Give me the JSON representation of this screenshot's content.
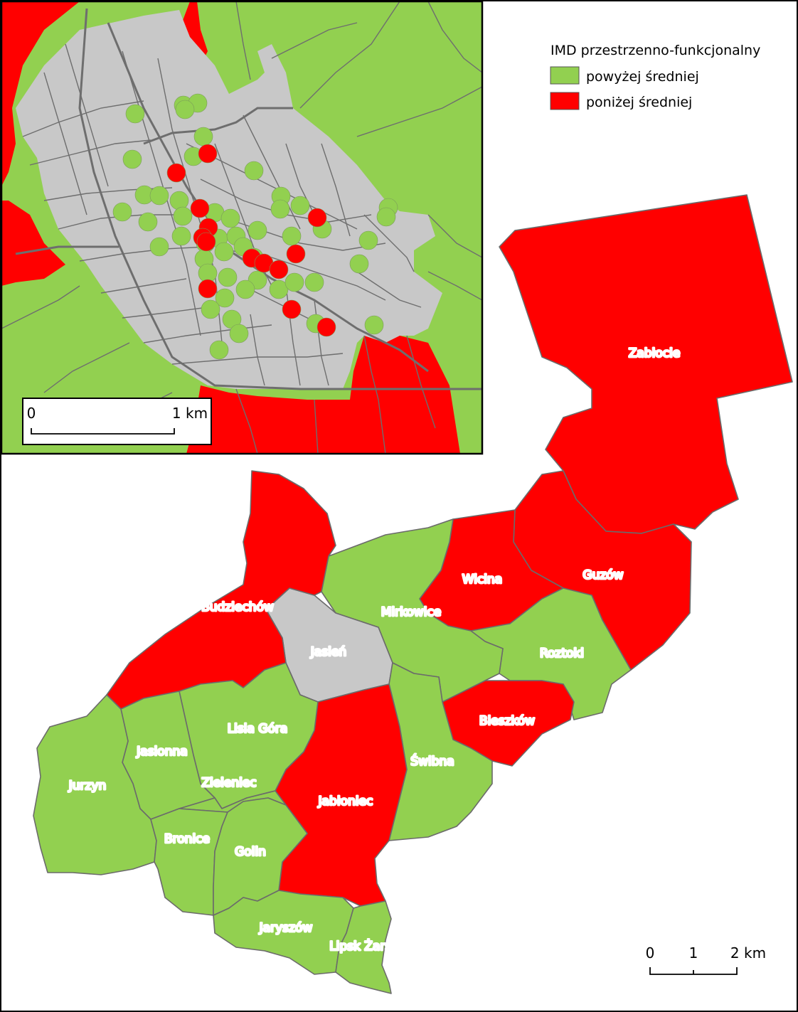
{
  "legend": {
    "title": "IMD przestrzenno-funkcjonalny",
    "items": [
      {
        "label": "powyżej średniej",
        "color": "#92d050"
      },
      {
        "label": "poniżej średniej",
        "color": "#ff0000"
      }
    ]
  },
  "inset_scale": {
    "start": "0",
    "end": "1 km"
  },
  "main_scale": {
    "ticks": [
      "0",
      "1",
      "2 km"
    ]
  },
  "colors": {
    "above_average": "#92d050",
    "below_average": "#ff0000",
    "city": "#c8c8c8",
    "boundary": "#6b6b6b"
  },
  "districts": [
    {
      "name": "Zabłocie",
      "class": "below"
    },
    {
      "name": "Wicina",
      "class": "below"
    },
    {
      "name": "Guzów",
      "class": "below"
    },
    {
      "name": "Budziechów",
      "class": "below"
    },
    {
      "name": "Mirkowice",
      "class": "above"
    },
    {
      "name": "Jasień",
      "class": "city"
    },
    {
      "name": "Roztoki",
      "class": "above"
    },
    {
      "name": "Bieszków",
      "class": "below"
    },
    {
      "name": "Lisia Góra",
      "class": "above"
    },
    {
      "name": "Jasionna",
      "class": "above"
    },
    {
      "name": "Świbna",
      "class": "above"
    },
    {
      "name": "Jurzyn",
      "class": "above"
    },
    {
      "name": "Zieleniec",
      "class": "above"
    },
    {
      "name": "Jabłoniec",
      "class": "below"
    },
    {
      "name": "Bronice",
      "class": "above"
    },
    {
      "name": "Golin",
      "class": "above"
    },
    {
      "name": "Jaryszów",
      "class": "above"
    },
    {
      "name": "Lipsk Żarski",
      "class": "above"
    }
  ]
}
